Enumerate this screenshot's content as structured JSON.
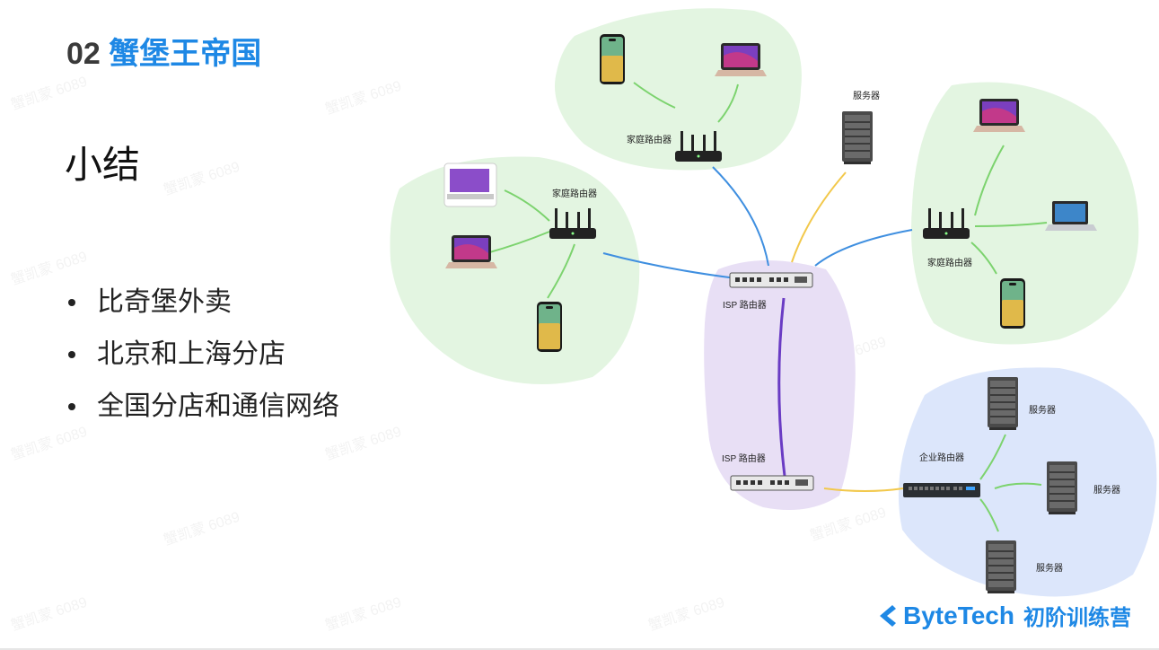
{
  "slide": {
    "number": "02",
    "section_title": "蟹堡王帝国",
    "subtitle": "小结",
    "bullets": [
      "比奇堡外卖",
      "北京和上海分店",
      "全国分店和通信网络"
    ],
    "footer": {
      "brand": "ByteTech",
      "program": "初阶训练营"
    },
    "watermark": "蟹凯蒙 6089"
  },
  "diagram": {
    "labels": {
      "home_router_top": "家庭路由器",
      "home_router_left": "家庭路由器",
      "home_router_right": "家庭路由器",
      "server_top": "服务器",
      "isp_router_top": "ISP 路由器",
      "isp_router_bottom": "ISP 路由器",
      "enterprise_router": "企业路由器",
      "server_ent_1": "服务器",
      "server_ent_2": "服务器",
      "server_ent_3": "服务器"
    },
    "colors": {
      "home_region": "#e3f5e1",
      "isp_region": "#e8dff5",
      "enterprise_region": "#dce6fb",
      "wifi_link": "#7cd36e",
      "blue_link": "#3f8fe0",
      "yellow_link": "#f2c84b",
      "purple_link": "#6a3cc4"
    }
  }
}
